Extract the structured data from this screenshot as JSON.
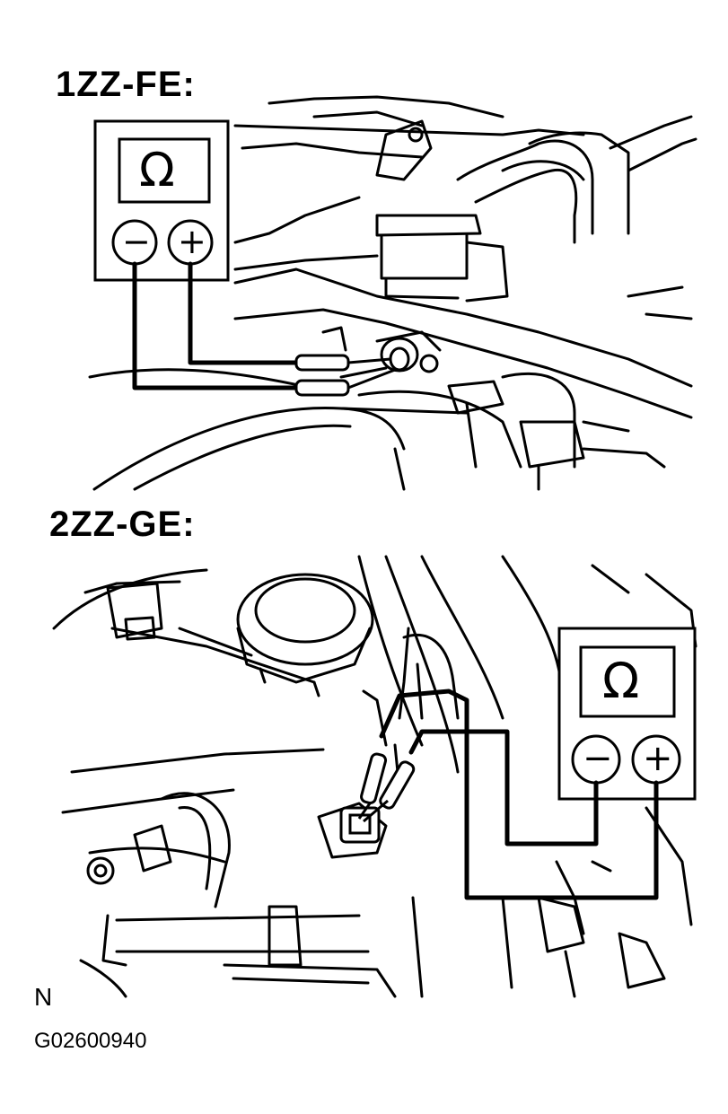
{
  "diagram": {
    "sections": [
      {
        "engine_label": "1ZZ-FE:",
        "meter": {
          "display_symbol": "Ω",
          "negative_symbol": "−",
          "positive_symbol": "+"
        }
      },
      {
        "engine_label": "2ZZ-GE:",
        "meter": {
          "display_symbol": "Ω",
          "negative_symbol": "−",
          "positive_symbol": "+"
        }
      }
    ],
    "corner_mark": "N",
    "figure_code": "G02600940"
  }
}
